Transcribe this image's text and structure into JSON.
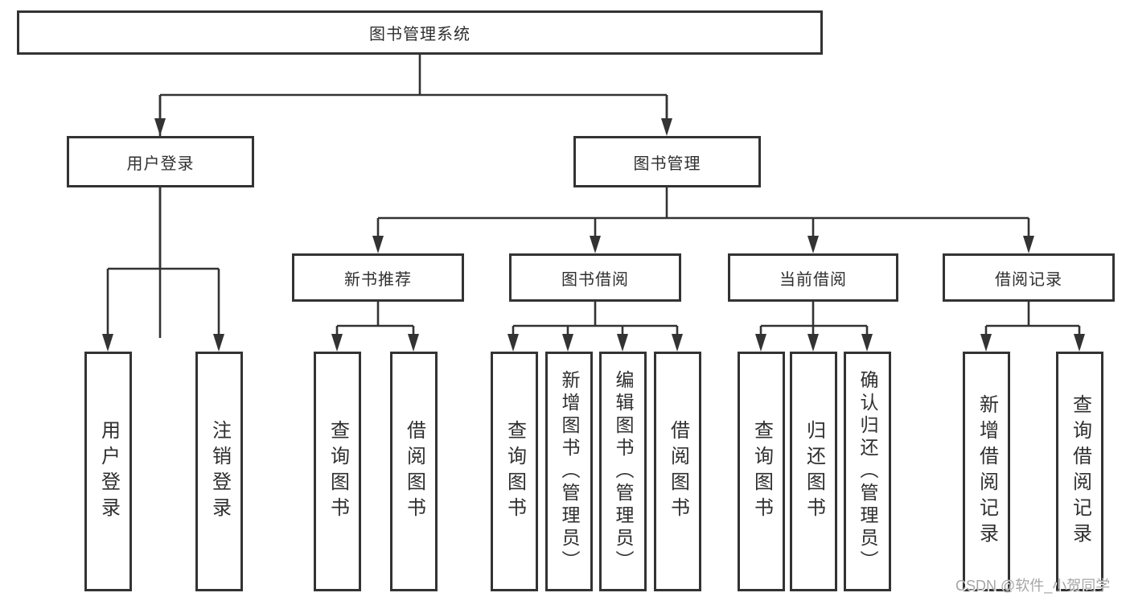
{
  "colors": {
    "line": "#333333",
    "text": "#2f2f2f",
    "watermark_text": "#a6a6a6",
    "background": "#ffffff"
  },
  "watermark": "CSDN @软件_小贺同学",
  "tree": {
    "label": "图书管理系统",
    "children": [
      {
        "label": "用户登录",
        "children": [
          {
            "label": "用户登录"
          },
          {
            "label": "注销登录"
          }
        ]
      },
      {
        "label": "图书管理",
        "children": [
          {
            "label": "新书推荐",
            "children": [
              {
                "label": "查询图书"
              },
              {
                "label": "借阅图书"
              }
            ]
          },
          {
            "label": "图书借阅",
            "children": [
              {
                "label": "查询图书"
              },
              {
                "label": "新增图书（管理员）"
              },
              {
                "label": "编辑图书（管理员）"
              },
              {
                "label": "借阅图书"
              }
            ]
          },
          {
            "label": "当前借阅",
            "children": [
              {
                "label": "查询图书"
              },
              {
                "label": "归还图书"
              },
              {
                "label": "确认归还（管理员）"
              }
            ]
          },
          {
            "label": "借阅记录",
            "children": [
              {
                "label": "新增借阅记录"
              },
              {
                "label": "查询借阅记录"
              }
            ]
          }
        ]
      }
    ]
  }
}
